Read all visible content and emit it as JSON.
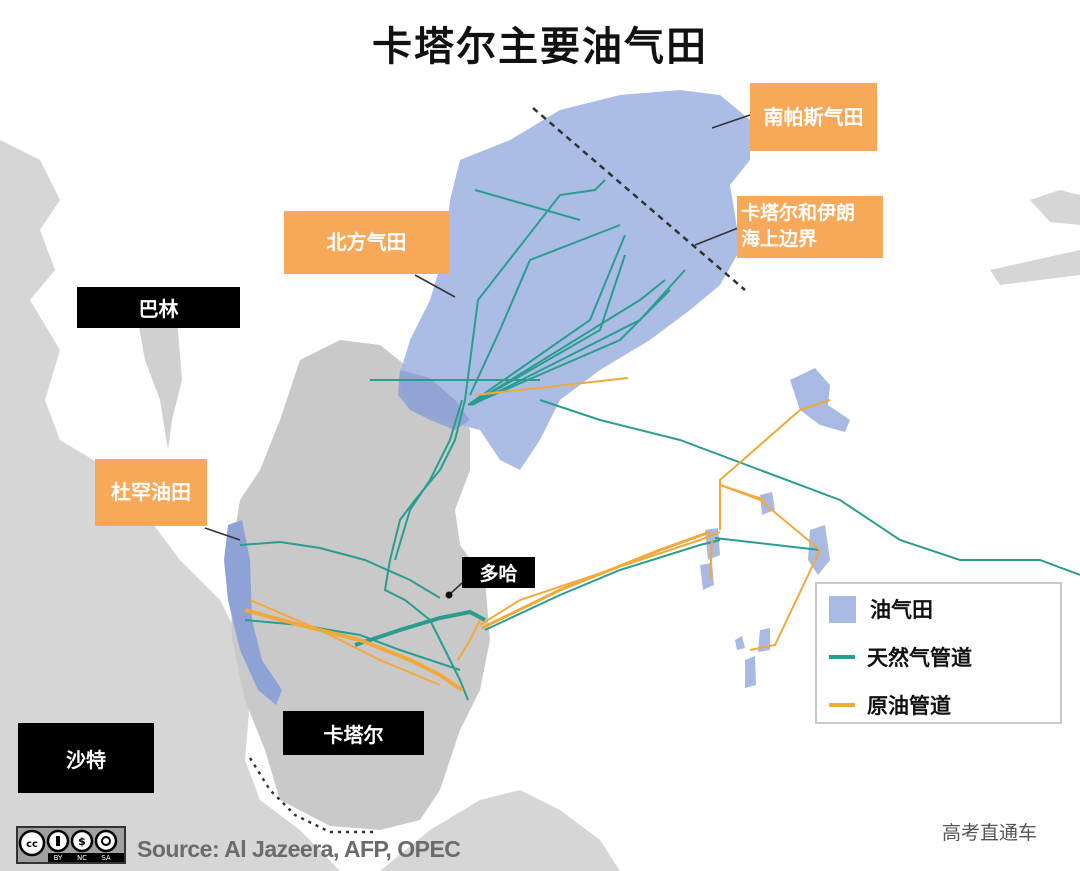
{
  "title": "卡塔尔主要油气田",
  "labels": {
    "bahrain": "巴林",
    "saudi": "沙特",
    "qatar": "卡塔尔",
    "doha": "多哈",
    "south_pars": "南帕斯气田",
    "border_line1": "卡塔尔和伊朗",
    "border_line2": "海上边界",
    "north_field": "北方气田",
    "dukhan": "杜罕油田"
  },
  "legend": {
    "items": [
      {
        "label": "油气田",
        "type": "swatch",
        "color": "#a8b9e4"
      },
      {
        "label": "天然气管道",
        "type": "line",
        "color": "#2a9d8f"
      },
      {
        "label": "原油管道",
        "type": "line",
        "color": "#f2a93b"
      }
    ]
  },
  "license": {
    "icons": [
      "cc-icon",
      "by-icon",
      "nc-icon",
      "sa-icon"
    ],
    "tags": [
      "BY",
      "NC",
      "SA"
    ]
  },
  "source": "Source: Al Jazeera, AFP, OPEC",
  "watermark": "高考直通车",
  "colors": {
    "land": "#d3d3d3",
    "land_dark": "#c4c4c4",
    "field": "#a8b9e4",
    "gas_pipeline": "#2a9d8f",
    "oil_pipeline": "#f2a93b",
    "callout_bg": "#f7a859",
    "country_label_bg": "#000000"
  }
}
